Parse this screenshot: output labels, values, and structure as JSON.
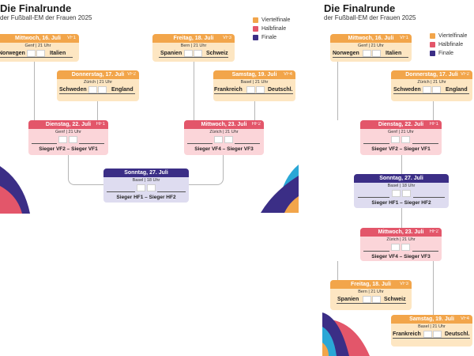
{
  "title": "Die Finalrunde",
  "subtitle": "der Fußball-EM der Frauen 2025",
  "legend": [
    {
      "label": "Viertelfinale",
      "color": "#f2a54a"
    },
    {
      "label": "Halbfinale",
      "color": "#e3566a"
    },
    {
      "label": "Finale",
      "color": "#3b2e86"
    }
  ],
  "matches": {
    "vf1": {
      "date": "Mittwoch, 16. Juli",
      "code": "VF1",
      "location": "Genf | 21 Uhr",
      "team1": "Norwegen",
      "team2": "Italien"
    },
    "vf2": {
      "date": "Donnerstag, 17. Juli",
      "code": "VF2",
      "location": "Zürich | 21 Uhr",
      "team1": "Schweden",
      "team2": "England"
    },
    "vf3": {
      "date": "Freitag, 18. Juli",
      "code": "VF3",
      "location": "Bern | 21 Uhr",
      "team1": "Spanien",
      "team2": "Schweiz"
    },
    "vf4": {
      "date": "Samstag, 19. Juli",
      "code": "VF4",
      "location": "Basel | 21 Uhr",
      "team1": "Frankreich",
      "team2": "Deutschl."
    },
    "hf1": {
      "date": "Dienstag, 22. Juli",
      "code": "HF1",
      "location": "Genf | 21 Uhr",
      "teams": "Sieger VF2 – Sieger VF1"
    },
    "hf2": {
      "date": "Mittwoch, 23. Juli",
      "code": "HF2",
      "location": "Zürich | 21 Uhr",
      "teams": "Sieger VF4 – Sieger VF3"
    },
    "final": {
      "date": "Sonntag, 27. Juli",
      "location": "Basel | 18 Uhr",
      "teams": "Sieger HF1 – Sieger HF2"
    }
  }
}
